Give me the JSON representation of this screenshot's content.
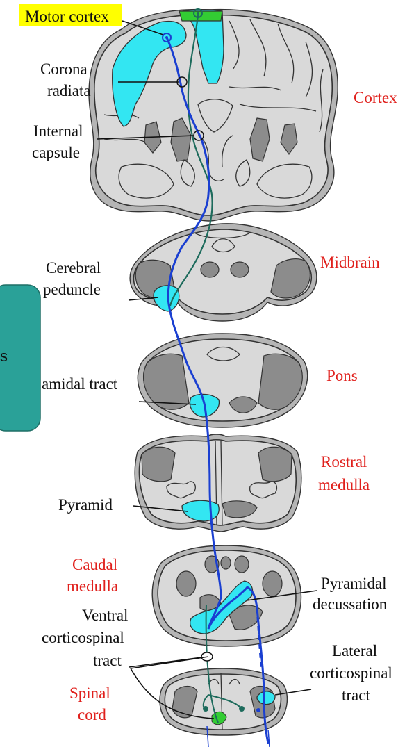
{
  "labels": {
    "motor_cortex": "Motor cortex",
    "corona_1": "Corona",
    "corona_2": "radiata",
    "internal_1": "Internal",
    "internal_2": "capsule",
    "cerebral_1": "Cerebral",
    "cerebral_2": "peduncle",
    "pyramidal_tract": "amidal tract",
    "pyramid": "Pyramid",
    "ventral_1": "Ventral",
    "ventral_2": "corticospinal",
    "ventral_3": "tract",
    "pyr_decuss_1": "Pyramidal",
    "pyr_decuss_2": "decussation",
    "lateral_1": "Lateral",
    "lateral_2": "corticospinal",
    "lateral_3": "tract"
  },
  "regions": {
    "cortex": "Cortex",
    "midbrain": "Midbrain",
    "pons": "Pons",
    "rostral_1": "Rostral",
    "rostral_2": "medulla",
    "caudal_1": "Caudal",
    "caudal_2": "medulla",
    "spinal_1": "Spinal",
    "spinal_2": "cord"
  },
  "overlay": {
    "partial_text": "s"
  },
  "colors": {
    "highlight_yellow": "#ffff00",
    "tract_cyan": "#33e6f2",
    "tract_blue": "#1a3fd1",
    "ventral_green": "#1d6b5c",
    "origin_green": "#33cc33",
    "overlay_teal": "#2aa198",
    "region_red": "#e0201c"
  }
}
